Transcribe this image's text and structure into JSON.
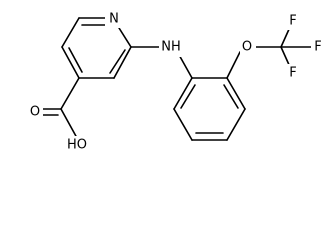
{
  "molecule": {
    "labels": {
      "n_ring": "N",
      "nh": "NH",
      "o_ether": "O",
      "f1": "F",
      "f2": "F",
      "f3": "F",
      "o_carbonyl": "O",
      "oh": "HO"
    }
  }
}
